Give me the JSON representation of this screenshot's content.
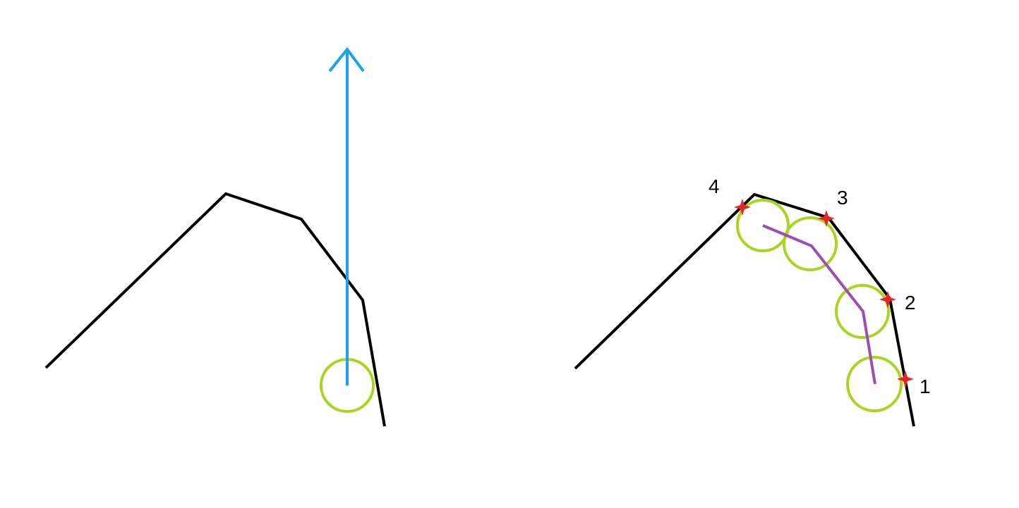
{
  "colors": {
    "background": "#ffffff",
    "polyline": "#000000",
    "arrow": "#1aa3e8",
    "circle": "#a8d520",
    "path": "#9b4fb0",
    "contact_point": "#e8232a",
    "label": "#000000"
  },
  "left_panel": {
    "elements": [
      "terrain-polyline",
      "up-arrow",
      "start-circle"
    ]
  },
  "right_panel": {
    "contact_labels": [
      "1",
      "2",
      "3",
      "4"
    ]
  }
}
